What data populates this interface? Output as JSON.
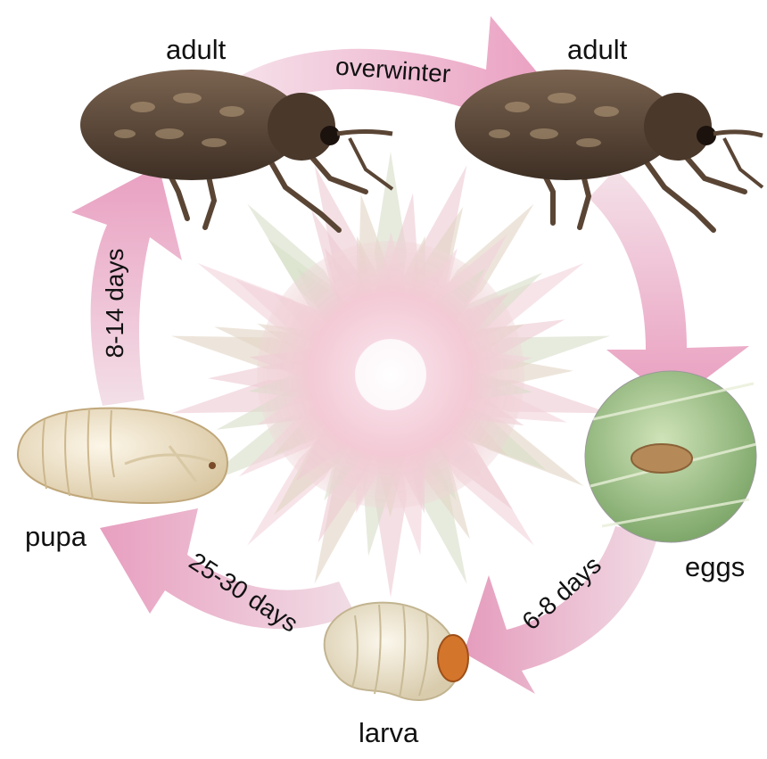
{
  "stages": {
    "adult_left": "adult",
    "adult_right": "adult",
    "eggs": "eggs",
    "larva": "larva",
    "pupa": "pupa"
  },
  "durations": {
    "overwinter": "overwinter",
    "eggs_to_larva": "6-8 days",
    "larva_to_pupa": "25-30 days",
    "pupa_to_adult": "8-14 days"
  },
  "colors": {
    "arrow_fill": "#ecb1cc",
    "arrow_light": "#f7e3ed",
    "background_flower": "#f2b4c8",
    "beetle_body": "#5a4636",
    "larva_body": "#efe7d2",
    "pupa_body": "#f3e9d3",
    "leaf_green": "#9fc28a"
  }
}
